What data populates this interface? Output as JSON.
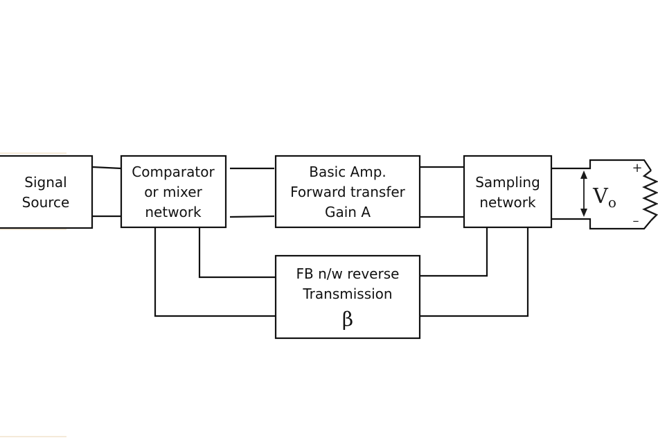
{
  "blocks": {
    "signal_source": {
      "lines": [
        "Signal",
        "Source"
      ]
    },
    "comparator": {
      "lines": [
        "Comparator",
        "or mixer",
        "network"
      ]
    },
    "basic_amp": {
      "lines": [
        "Basic Amp.",
        "Forward transfer",
        "Gain A"
      ]
    },
    "sampling": {
      "lines": [
        "Sampling",
        "network"
      ]
    },
    "feedback": {
      "lines": [
        "FB n/w reverse",
        "Transmission"
      ],
      "symbol": "β"
    }
  },
  "output": {
    "voltage_label": "V",
    "voltage_subscript": "o",
    "plus_sign": "+",
    "minus_sign": "–"
  }
}
